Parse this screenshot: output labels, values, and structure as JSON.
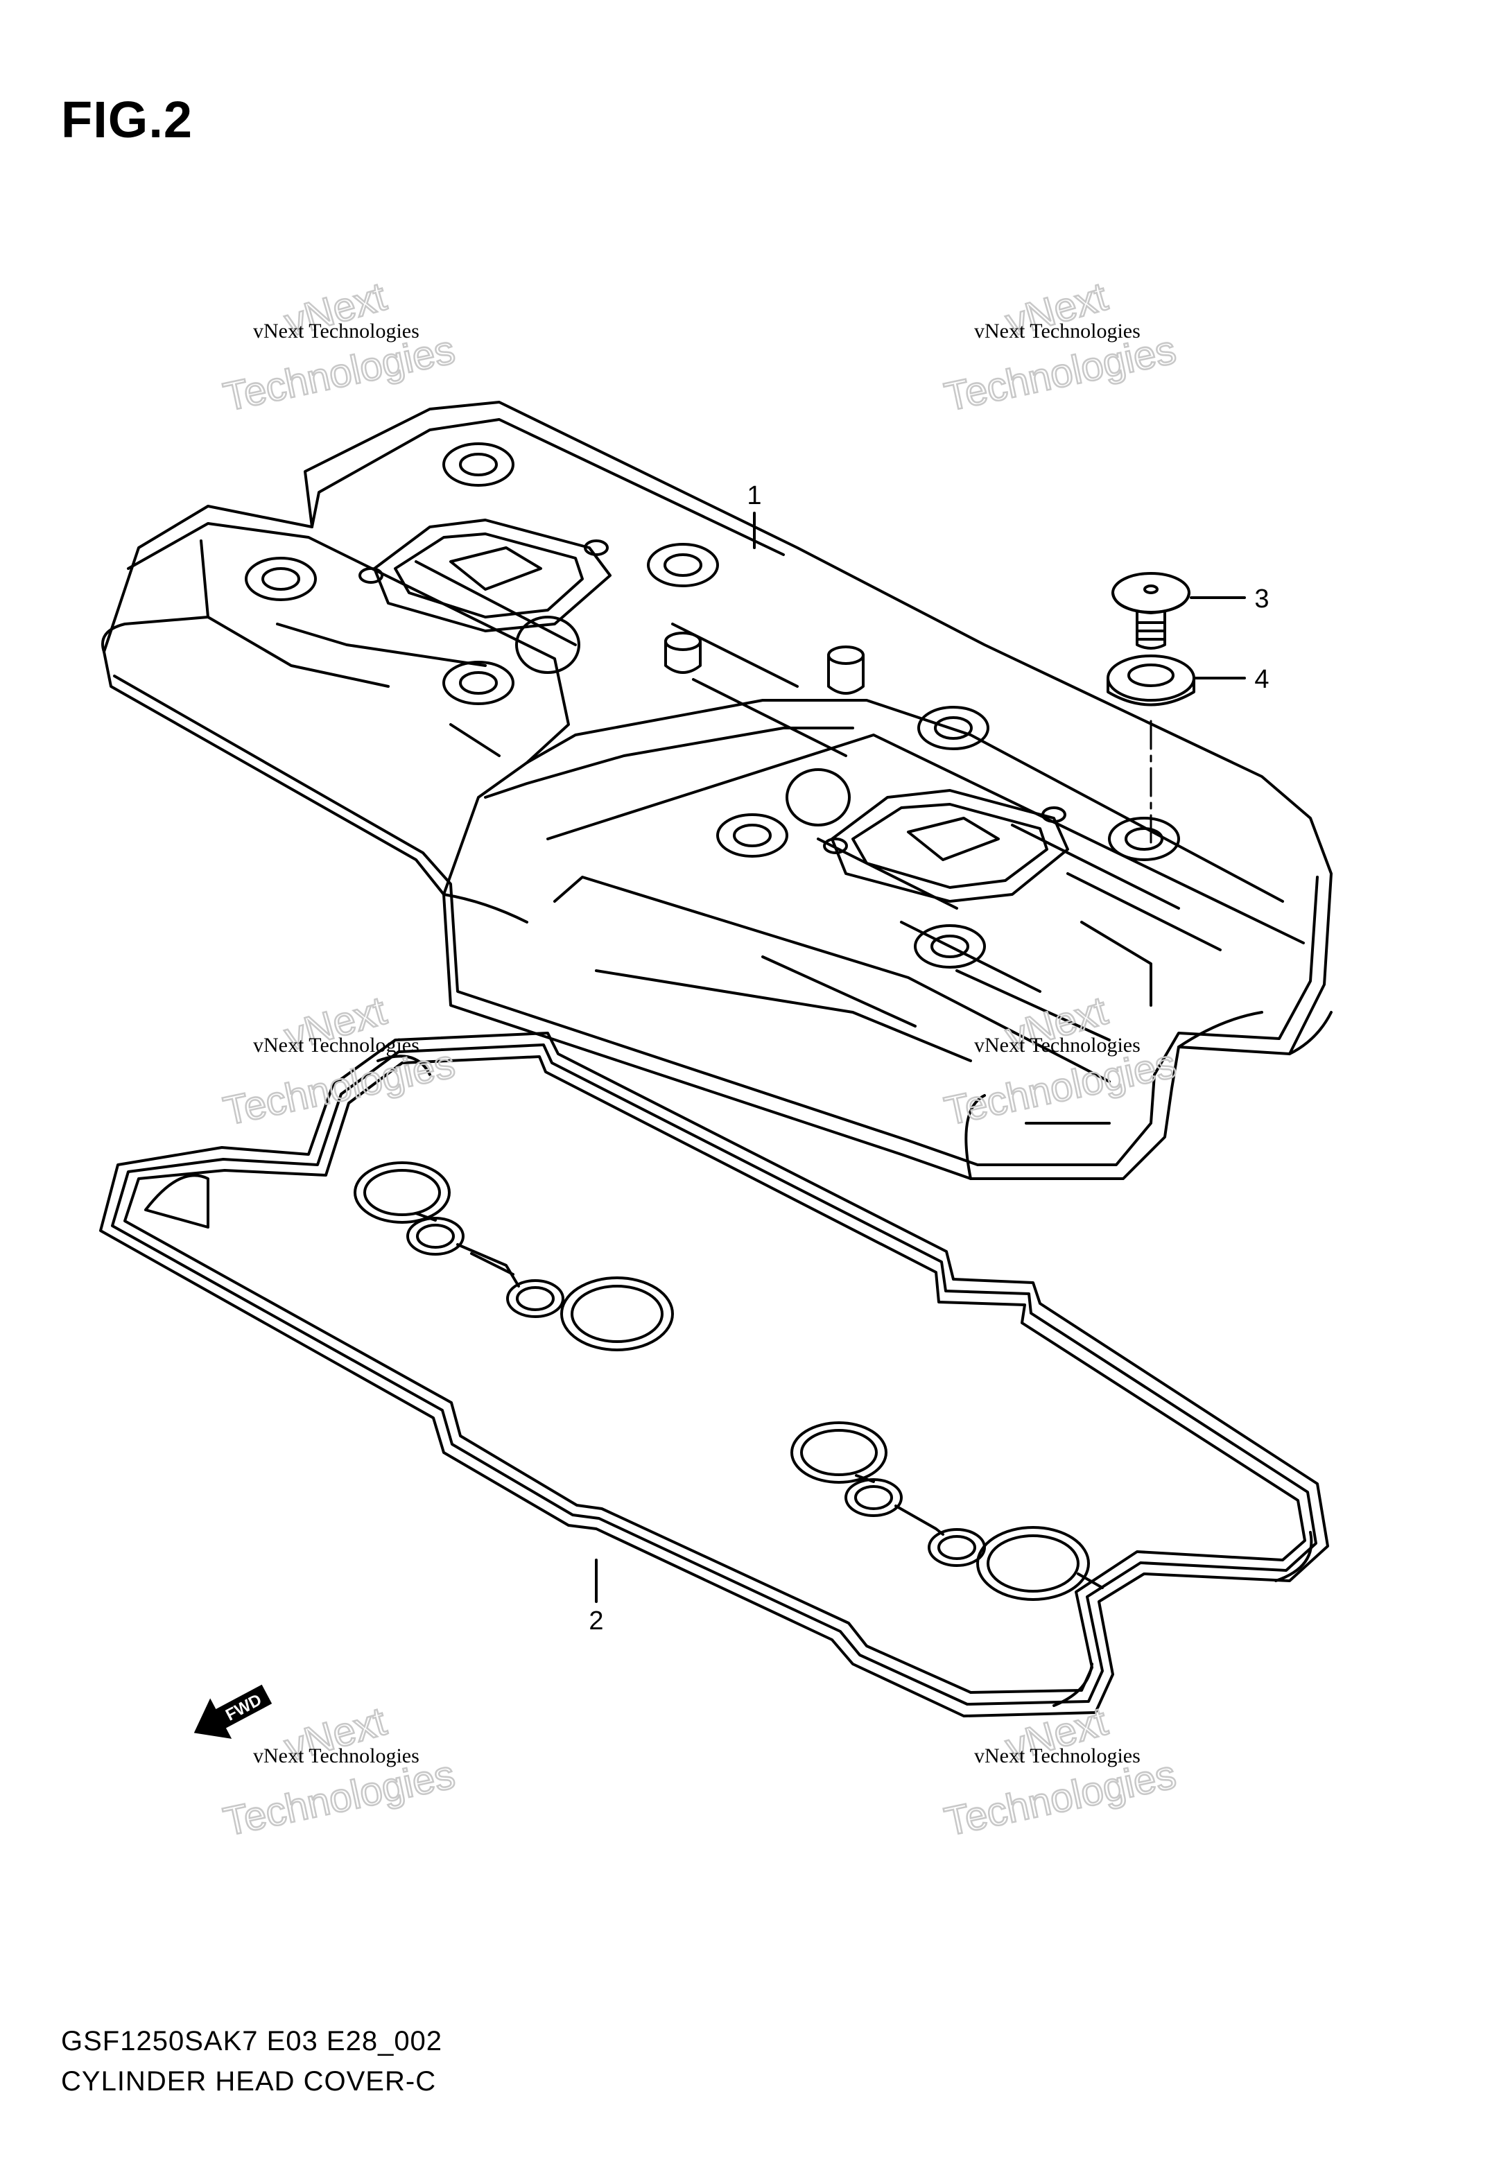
{
  "figure": {
    "title": "FIG.2",
    "model_code": "GSF1250SAK7 E03 E28_002",
    "caption": "CYLINDER HEAD COVER-C"
  },
  "callouts": [
    {
      "label": "1"
    },
    {
      "label": "2"
    },
    {
      "label": "3"
    },
    {
      "label": "4"
    }
  ],
  "direction_marker": {
    "label": "FWD",
    "icon": "arrow-left-icon"
  },
  "watermark": {
    "line1": "vNext Technologies",
    "line2": "vNext",
    "line3": "Technologies"
  }
}
